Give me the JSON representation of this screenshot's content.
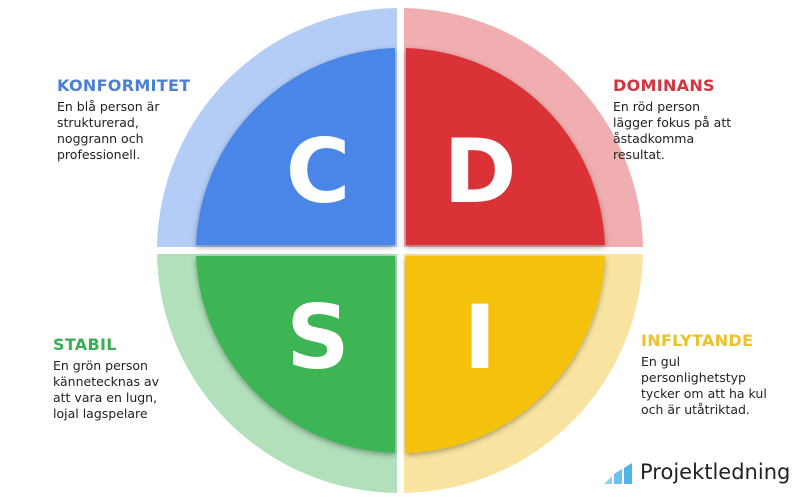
{
  "diagram": {
    "type": "DISC model",
    "quadrants": [
      {
        "key": "C",
        "letter": "C",
        "title": "KONFORMITET",
        "description": "En blå person är\nstrukturerad,\nnoggrann och\nprofessionell.",
        "color": "#4a86e8",
        "ring_color": "#b4cdf6",
        "title_color": "#4a7fd4"
      },
      {
        "key": "D",
        "letter": "D",
        "title": "DOMINANS",
        "description": "En röd person\nlägger fokus på att\nåstadkomma\nresultat.",
        "color": "#db3039",
        "ring_color": "#f0aeb0",
        "title_color": "#d23540"
      },
      {
        "key": "S",
        "letter": "S",
        "title": "STABIL",
        "description": "En grön person\nkännetecknas av\natt vara en lugn,\nlojal lagspelare",
        "color": "#3cb554",
        "ring_color": "#b1e0bb",
        "title_color": "#3aae55"
      },
      {
        "key": "I",
        "letter": "I",
        "title": "INFLYTANDE",
        "description": "En gul\npersonlighetstyp\ntycker om att ha kul\noch är utåtriktad.",
        "color": "#f4c20d",
        "ring_color": "#f8e4a0",
        "title_color": "#ecc22b"
      }
    ]
  },
  "logo": {
    "text": "Projektledning",
    "icon": "bar-chart-logo-icon",
    "color": "#4fb3e8"
  }
}
